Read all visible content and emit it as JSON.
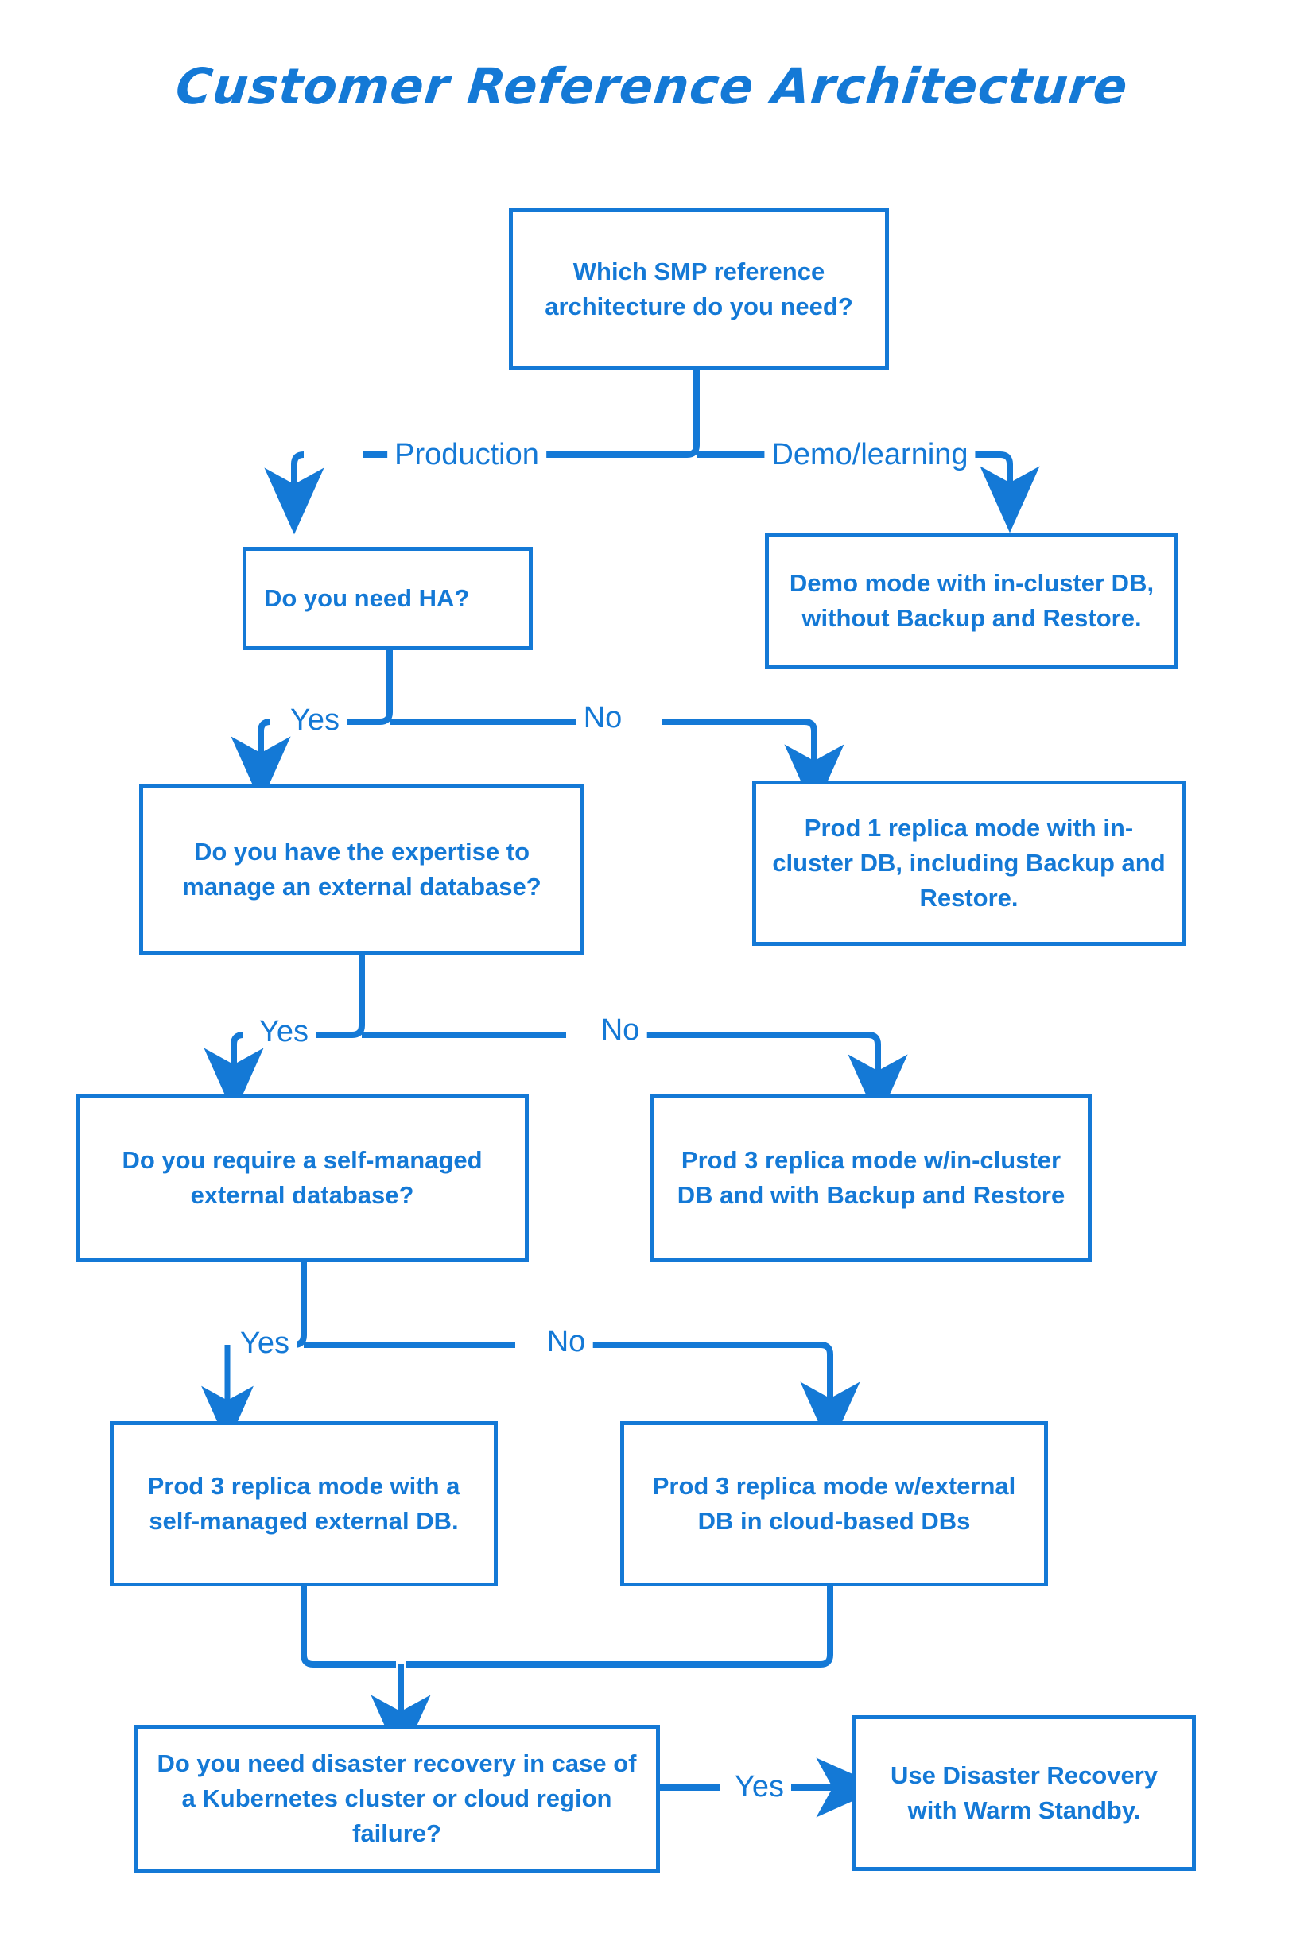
{
  "page": {
    "title": "Customer Reference Architecture",
    "accent_color": "#1479d6",
    "background_color": "#ffffff"
  },
  "nodes": {
    "root_question": "Which SMP reference architecture do you need?",
    "ha_question": "Do you need HA?",
    "demo_outcome": "Demo mode with in-cluster DB, without Backup and Restore.",
    "expertise_question": "Do you have the expertise to manage an external database?",
    "prod1_outcome": "Prod 1 replica mode with in-cluster DB, including Backup and Restore.",
    "self_managed_question": "Do you require a self-managed external database?",
    "prod3_incluster_outcome": "Prod 3 replica mode w/in-cluster DB and with Backup and Restore",
    "prod3_selfmanaged_outcome": "Prod 3 replica mode with a self-managed external DB.",
    "prod3_cloud_outcome": "Prod 3 replica mode w/external DB in cloud-based DBs",
    "dr_question": "Do you need disaster recovery in case of a Kubernetes cluster or cloud region failure?",
    "dr_outcome": "Use Disaster Recovery with Warm Standby."
  },
  "edge_labels": {
    "production": "Production",
    "demo_learning": "Demo/learning",
    "ha_yes": "Yes",
    "ha_no": "No",
    "expertise_yes": "Yes",
    "expertise_no": "No",
    "self_managed_yes": "Yes",
    "self_managed_no": "No",
    "dr_yes": "Yes"
  },
  "chart_data": {
    "type": "diagram",
    "subtype": "decision-flowchart",
    "title": "Customer Reference Architecture",
    "orientation": "top-down",
    "nodes": [
      {
        "id": "root_question",
        "kind": "decision",
        "text": "Which SMP reference architecture do you need?"
      },
      {
        "id": "ha_question",
        "kind": "decision",
        "text": "Do you need HA?"
      },
      {
        "id": "demo_outcome",
        "kind": "outcome",
        "text": "Demo mode with in-cluster DB, without Backup and Restore."
      },
      {
        "id": "expertise_question",
        "kind": "decision",
        "text": "Do you have the expertise to manage an external database?"
      },
      {
        "id": "prod1_outcome",
        "kind": "outcome",
        "text": "Prod 1 replica mode with in-cluster DB, including Backup and Restore."
      },
      {
        "id": "self_managed_question",
        "kind": "decision",
        "text": "Do you require a self-managed external database?"
      },
      {
        "id": "prod3_incluster_outcome",
        "kind": "outcome",
        "text": "Prod 3 replica mode w/in-cluster DB and with Backup and Restore"
      },
      {
        "id": "prod3_selfmanaged_outcome",
        "kind": "outcome",
        "text": "Prod 3 replica mode with a self-managed external DB."
      },
      {
        "id": "prod3_cloud_outcome",
        "kind": "outcome",
        "text": "Prod 3 replica mode w/external DB in cloud-based DBs"
      },
      {
        "id": "dr_question",
        "kind": "decision",
        "text": "Do you need disaster recovery in case of a Kubernetes cluster or cloud region failure?"
      },
      {
        "id": "dr_outcome",
        "kind": "outcome",
        "text": "Use Disaster Recovery with Warm Standby."
      }
    ],
    "edges": [
      {
        "from": "root_question",
        "to": "ha_question",
        "label": "Production"
      },
      {
        "from": "root_question",
        "to": "demo_outcome",
        "label": "Demo/learning"
      },
      {
        "from": "ha_question",
        "to": "expertise_question",
        "label": "Yes"
      },
      {
        "from": "ha_question",
        "to": "prod1_outcome",
        "label": "No"
      },
      {
        "from": "expertise_question",
        "to": "self_managed_question",
        "label": "Yes"
      },
      {
        "from": "expertise_question",
        "to": "prod3_incluster_outcome",
        "label": "No"
      },
      {
        "from": "self_managed_question",
        "to": "prod3_selfmanaged_outcome",
        "label": "Yes"
      },
      {
        "from": "self_managed_question",
        "to": "prod3_cloud_outcome",
        "label": "No"
      },
      {
        "from": "prod3_selfmanaged_outcome",
        "to": "dr_question",
        "label": ""
      },
      {
        "from": "prod3_cloud_outcome",
        "to": "dr_question",
        "label": ""
      },
      {
        "from": "dr_question",
        "to": "dr_outcome",
        "label": "Yes"
      }
    ]
  }
}
